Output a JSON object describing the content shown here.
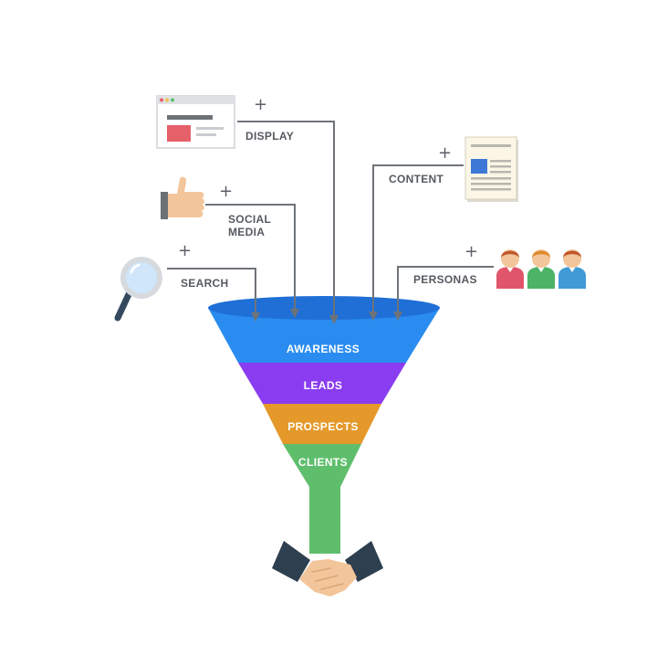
{
  "channels": {
    "display": {
      "label": "DISPLAY",
      "plus": "+"
    },
    "social": {
      "label": "SOCIAL MEDIA",
      "line1": "SOCIAL",
      "line2": "MEDIA",
      "plus": "+"
    },
    "search": {
      "label": "SEARCH",
      "plus": "+"
    },
    "content": {
      "label": "CONTENT",
      "plus": "+"
    },
    "personas": {
      "label": "PERSONAS",
      "plus": "+"
    }
  },
  "funnel": {
    "stages": [
      {
        "label": "AWARENESS",
        "color": "#2a8cf0"
      },
      {
        "label": "LEADS",
        "color": "#8a3df0"
      },
      {
        "label": "PROSPECTS",
        "color": "#e4992a"
      },
      {
        "label": "CLIENTS",
        "color": "#5fbe6c"
      }
    ],
    "rim_color": "#1f6fd6"
  },
  "icons": {
    "display": "browser-window-icon",
    "social": "thumbs-up-icon",
    "search": "magnifier-icon",
    "content": "document-icon",
    "personas": "people-group-icon",
    "outcome": "handshake-icon"
  },
  "colors": {
    "connector": "#6e7378",
    "persona_1": "#e0556b",
    "persona_2": "#4db366",
    "persona_3": "#3f9ad6",
    "skin": "#f3c59a"
  }
}
